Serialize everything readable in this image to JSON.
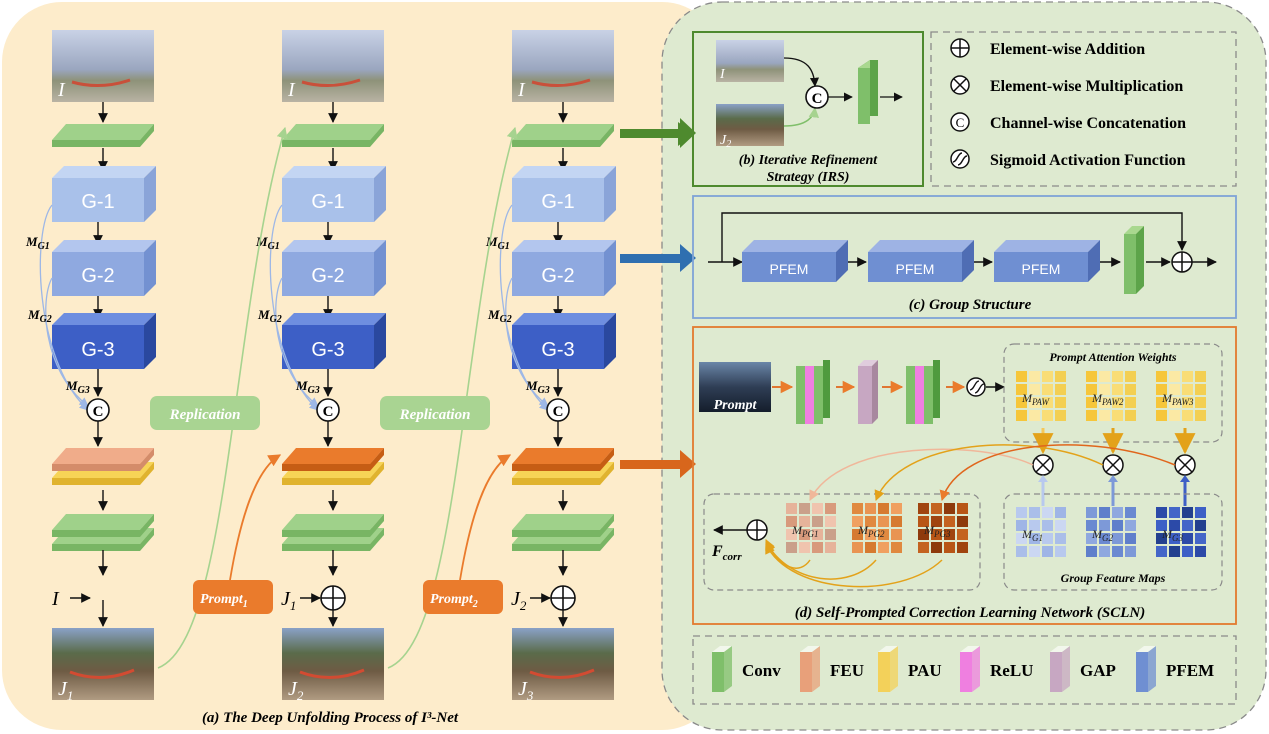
{
  "panel_a": {
    "caption": "(a) The Deep Unfolding Process of  I³-Net",
    "input_label": "I",
    "groups": [
      "G-1",
      "G-2",
      "G-3"
    ],
    "group_maps": [
      "M",
      "M",
      "M"
    ],
    "group_map_subs": [
      "G1",
      "G2",
      "G3"
    ],
    "concat_symbol": "C",
    "replication": "Replication",
    "prompt_word": "Prompt",
    "prompt_subs": [
      "1",
      "2"
    ],
    "output_letter": "J",
    "output_subs": [
      "1",
      "2",
      "3"
    ],
    "residual_input": "I",
    "residual_j": [
      "J",
      "J"
    ],
    "residual_j_subs": [
      "1",
      "2"
    ],
    "plus_symbol": "+"
  },
  "panel_b": {
    "caption_line1": "(b) Iterative Refinement",
    "caption_line2": "Strategy (IRS)",
    "input_top": "I",
    "input_bottom": "J",
    "input_bottom_sub": "2",
    "concat_symbol": "C"
  },
  "legend_ops": [
    {
      "symbol": "⊕",
      "label": "Element-wise Addition"
    },
    {
      "symbol": "⊗",
      "label": "Element-wise Multiplication"
    },
    {
      "symbol": "©",
      "label": "Channel-wise Concatenation"
    },
    {
      "symbol": "sigmoid",
      "label": "Sigmoid Activation Function"
    }
  ],
  "panel_c": {
    "caption": "(c) Group Structure",
    "blocks": [
      "PFEM",
      "PFEM",
      "PFEM"
    ]
  },
  "panel_d": {
    "caption": "(d) Self-Prompted Correction Learning Network (SCLN)",
    "prompt_label": "Prompt",
    "paw_title": "Prompt Attention Weights",
    "paw_maps": [
      "M",
      "M",
      "M"
    ],
    "paw_subs": [
      "PAW",
      "PAW2",
      "PAW3"
    ],
    "pg_maps": [
      "M",
      "M",
      "M"
    ],
    "pg_subs": [
      "PG1",
      "PG2",
      "PG3"
    ],
    "g_maps": [
      "M",
      "M",
      "M"
    ],
    "g_subs": [
      "G1",
      "G2",
      "G3"
    ],
    "gfm_title": "Group Feature Maps",
    "f_corr": "F",
    "f_corr_sub": "corr"
  },
  "legend_blocks": [
    {
      "label": "Conv",
      "color": "#7fbf6a"
    },
    {
      "label": "FEU",
      "color": "#e8a07a"
    },
    {
      "label": "PAU",
      "color": "#f3d15a"
    },
    {
      "label": "ReLU",
      "color": "#ef7fe0"
    },
    {
      "label": "GAP",
      "color": "#c7a7c2"
    },
    {
      "label": "PFEM",
      "color": "#6f8fd2"
    }
  ],
  "colors": {
    "panel_a_bg": "#fdeccb",
    "panel_right_bg": "#deead0",
    "conv_green": "#7fbf6a",
    "g1": "#a9c1ea",
    "g2": "#8fa9e0",
    "g3": "#3d5fc6",
    "arrow_green": "#4e8a2e",
    "arrow_blue": "#2f6fb0",
    "arrow_orange": "#e0661c",
    "prompt_orange": "#ea7b2c",
    "replication_green": "#a9d492"
  }
}
